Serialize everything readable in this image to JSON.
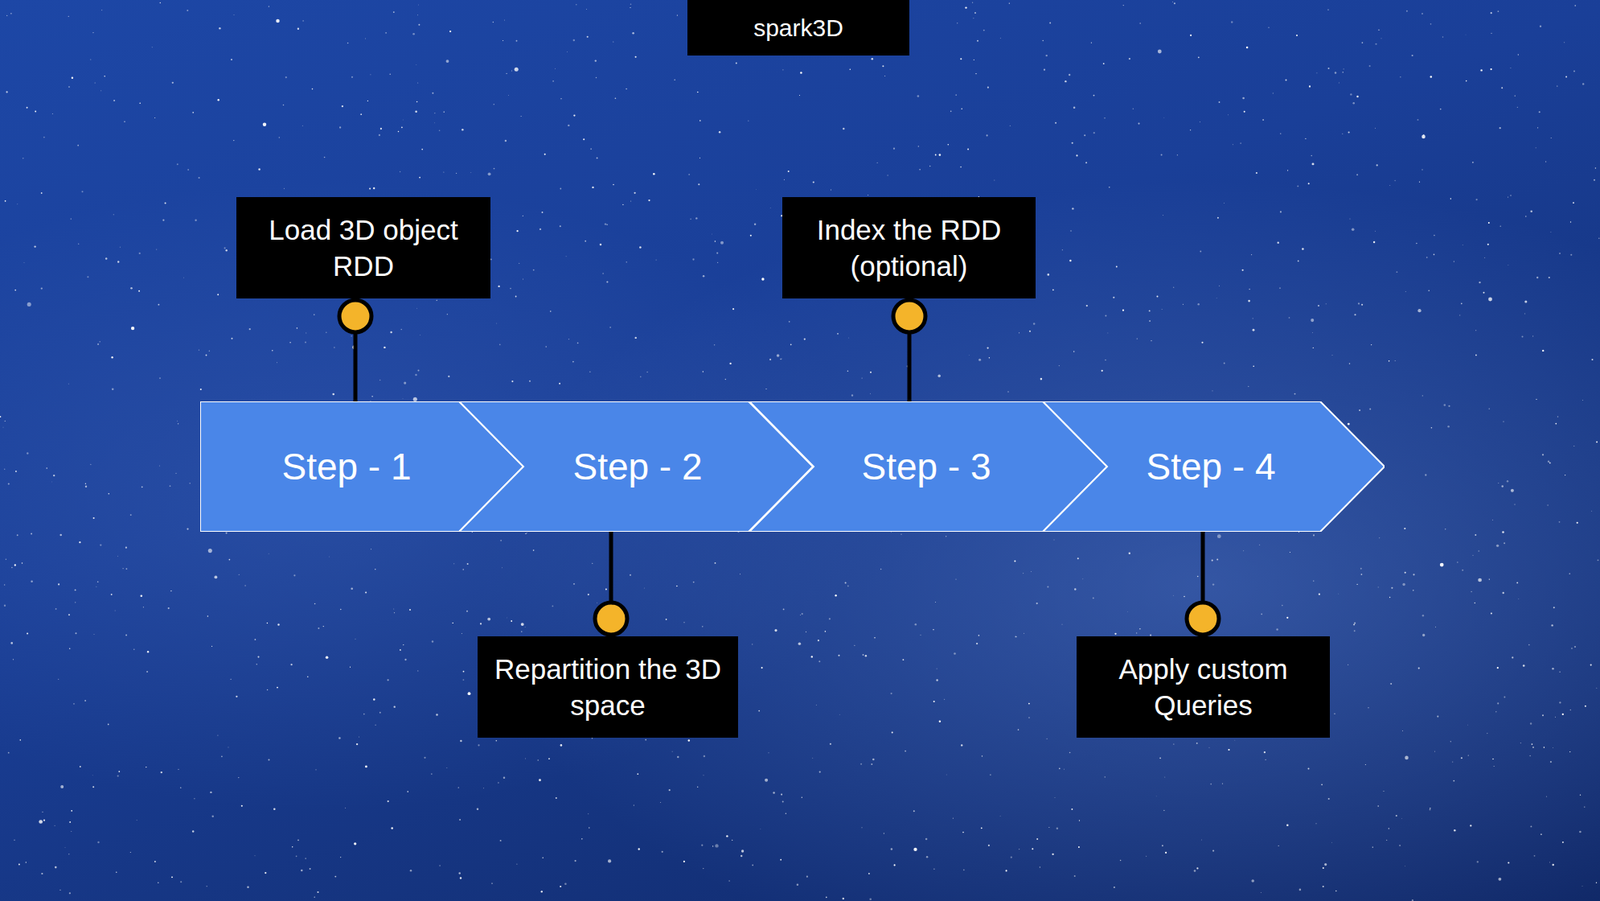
{
  "diagram": {
    "title": "spark3D",
    "nodes": [
      {
        "text": [
          "Load 3D object RDD"
        ]
      },
      {
        "text": [
          "Index the RDD (optional)"
        ]
      },
      {
        "text": [
          "Step - 1"
        ]
      },
      {
        "text": [
          "Step - 2"
        ]
      },
      {
        "text": [
          "Step - 3"
        ]
      },
      {
        "text": [
          "Step - 4"
        ]
      },
      {
        "text": [
          "Repartition the 3D space"
        ]
      },
      {
        "text": [
          "Apply custom Queries"
        ]
      }
    ],
    "edges": [
      {
        "from": 0,
        "to": 2,
        "arrow": "none"
      },
      {
        "from": 1,
        "to": 4,
        "arrow": "none"
      },
      {
        "from": 6,
        "to": 3,
        "arrow": "none"
      },
      {
        "from": 7,
        "to": 5,
        "arrow": "none"
      }
    ]
  }
}
